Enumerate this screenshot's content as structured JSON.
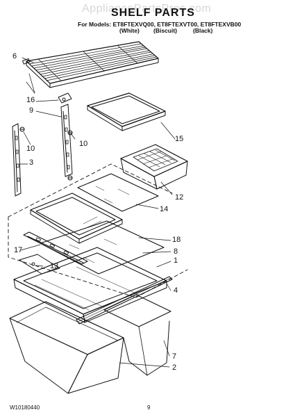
{
  "header": {
    "watermark": "AppliancePartsPros.com",
    "title": "SHELF PARTS",
    "models_line": "For Models: ET8FTEXVQ00, ET8FTEXVT00, ET8FTEXVB00",
    "variants": [
      "(White)",
      "(Biscuit)",
      "(Black)"
    ]
  },
  "callouts": {
    "c6": "6",
    "c16": "16",
    "c9": "9",
    "c10a": "10",
    "c10b": "10",
    "c3": "3",
    "c15": "15",
    "c12": "12",
    "c14": "14",
    "c18": "18",
    "c8": "8",
    "c1": "1",
    "c17": "17",
    "c13": "13",
    "c4": "4",
    "c7": "7",
    "c2": "2"
  },
  "footer": {
    "doc_number": "W10180440",
    "page_number": "9"
  }
}
